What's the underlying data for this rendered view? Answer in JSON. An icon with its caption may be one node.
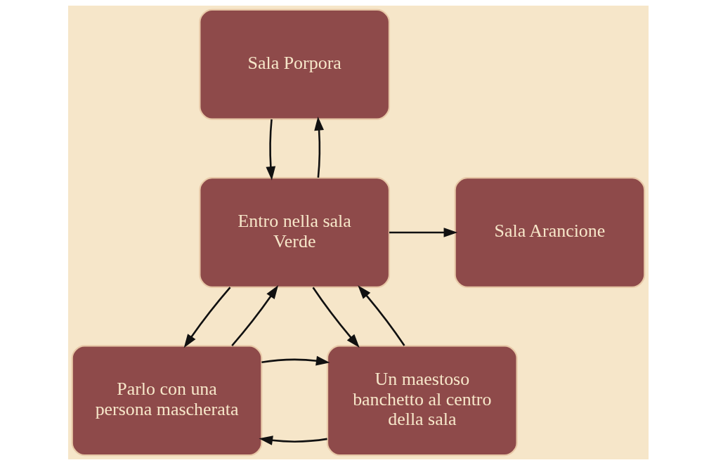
{
  "diagram": {
    "nodes": [
      {
        "text": [
          "Sala Porpora"
        ]
      },
      {
        "text": [
          "Entro nella sala Verde"
        ]
      },
      {
        "text": [
          "Sala Arancione"
        ]
      },
      {
        "text": [
          "Parlo con una persona mascherata"
        ]
      },
      {
        "text": [
          "Un maestoso banchetto al centro della sala"
        ]
      }
    ],
    "edges": [
      {
        "from": 1,
        "to": 0,
        "arrow": "to"
      },
      {
        "from": 0,
        "to": 1,
        "arrow": "to"
      },
      {
        "from": 1,
        "to": 2,
        "arrow": "to"
      },
      {
        "from": 3,
        "to": 1,
        "arrow": "to"
      },
      {
        "from": 1,
        "to": 3,
        "arrow": "to"
      },
      {
        "from": 1,
        "to": 4,
        "arrow": "to"
      },
      {
        "from": 4,
        "to": 1,
        "arrow": "to"
      },
      {
        "from": 4,
        "to": 3,
        "arrow": "to"
      },
      {
        "from": 3,
        "to": 4,
        "arrow": "to"
      }
    ]
  }
}
